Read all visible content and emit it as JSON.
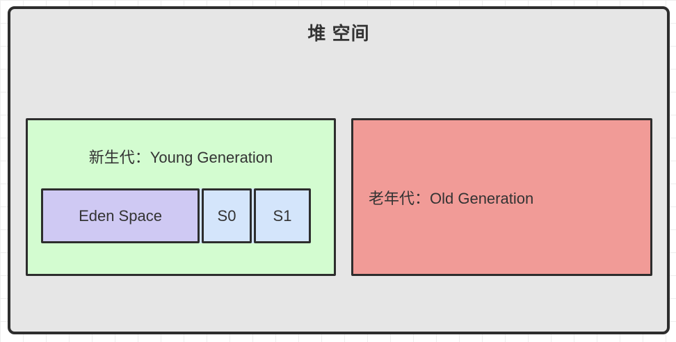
{
  "diagram": {
    "title": "堆 空间",
    "young_generation": {
      "label": "新生代：Young Generation",
      "regions": [
        {
          "id": "eden",
          "label": "Eden Space"
        },
        {
          "id": "s0",
          "label": "S0"
        },
        {
          "id": "s1",
          "label": "S1"
        }
      ]
    },
    "old_generation": {
      "label": "老年代：Old Generation"
    },
    "colors": {
      "border": "#2d2d2d",
      "text": "#333333",
      "heap_fill": "#e6e6e6",
      "young_fill": "#d3fcd0",
      "eden_fill": "#cfc9f3",
      "survivor_fill": "#d4e5fb",
      "old_fill": "#f19b97",
      "grid_line": "#ededed"
    }
  }
}
